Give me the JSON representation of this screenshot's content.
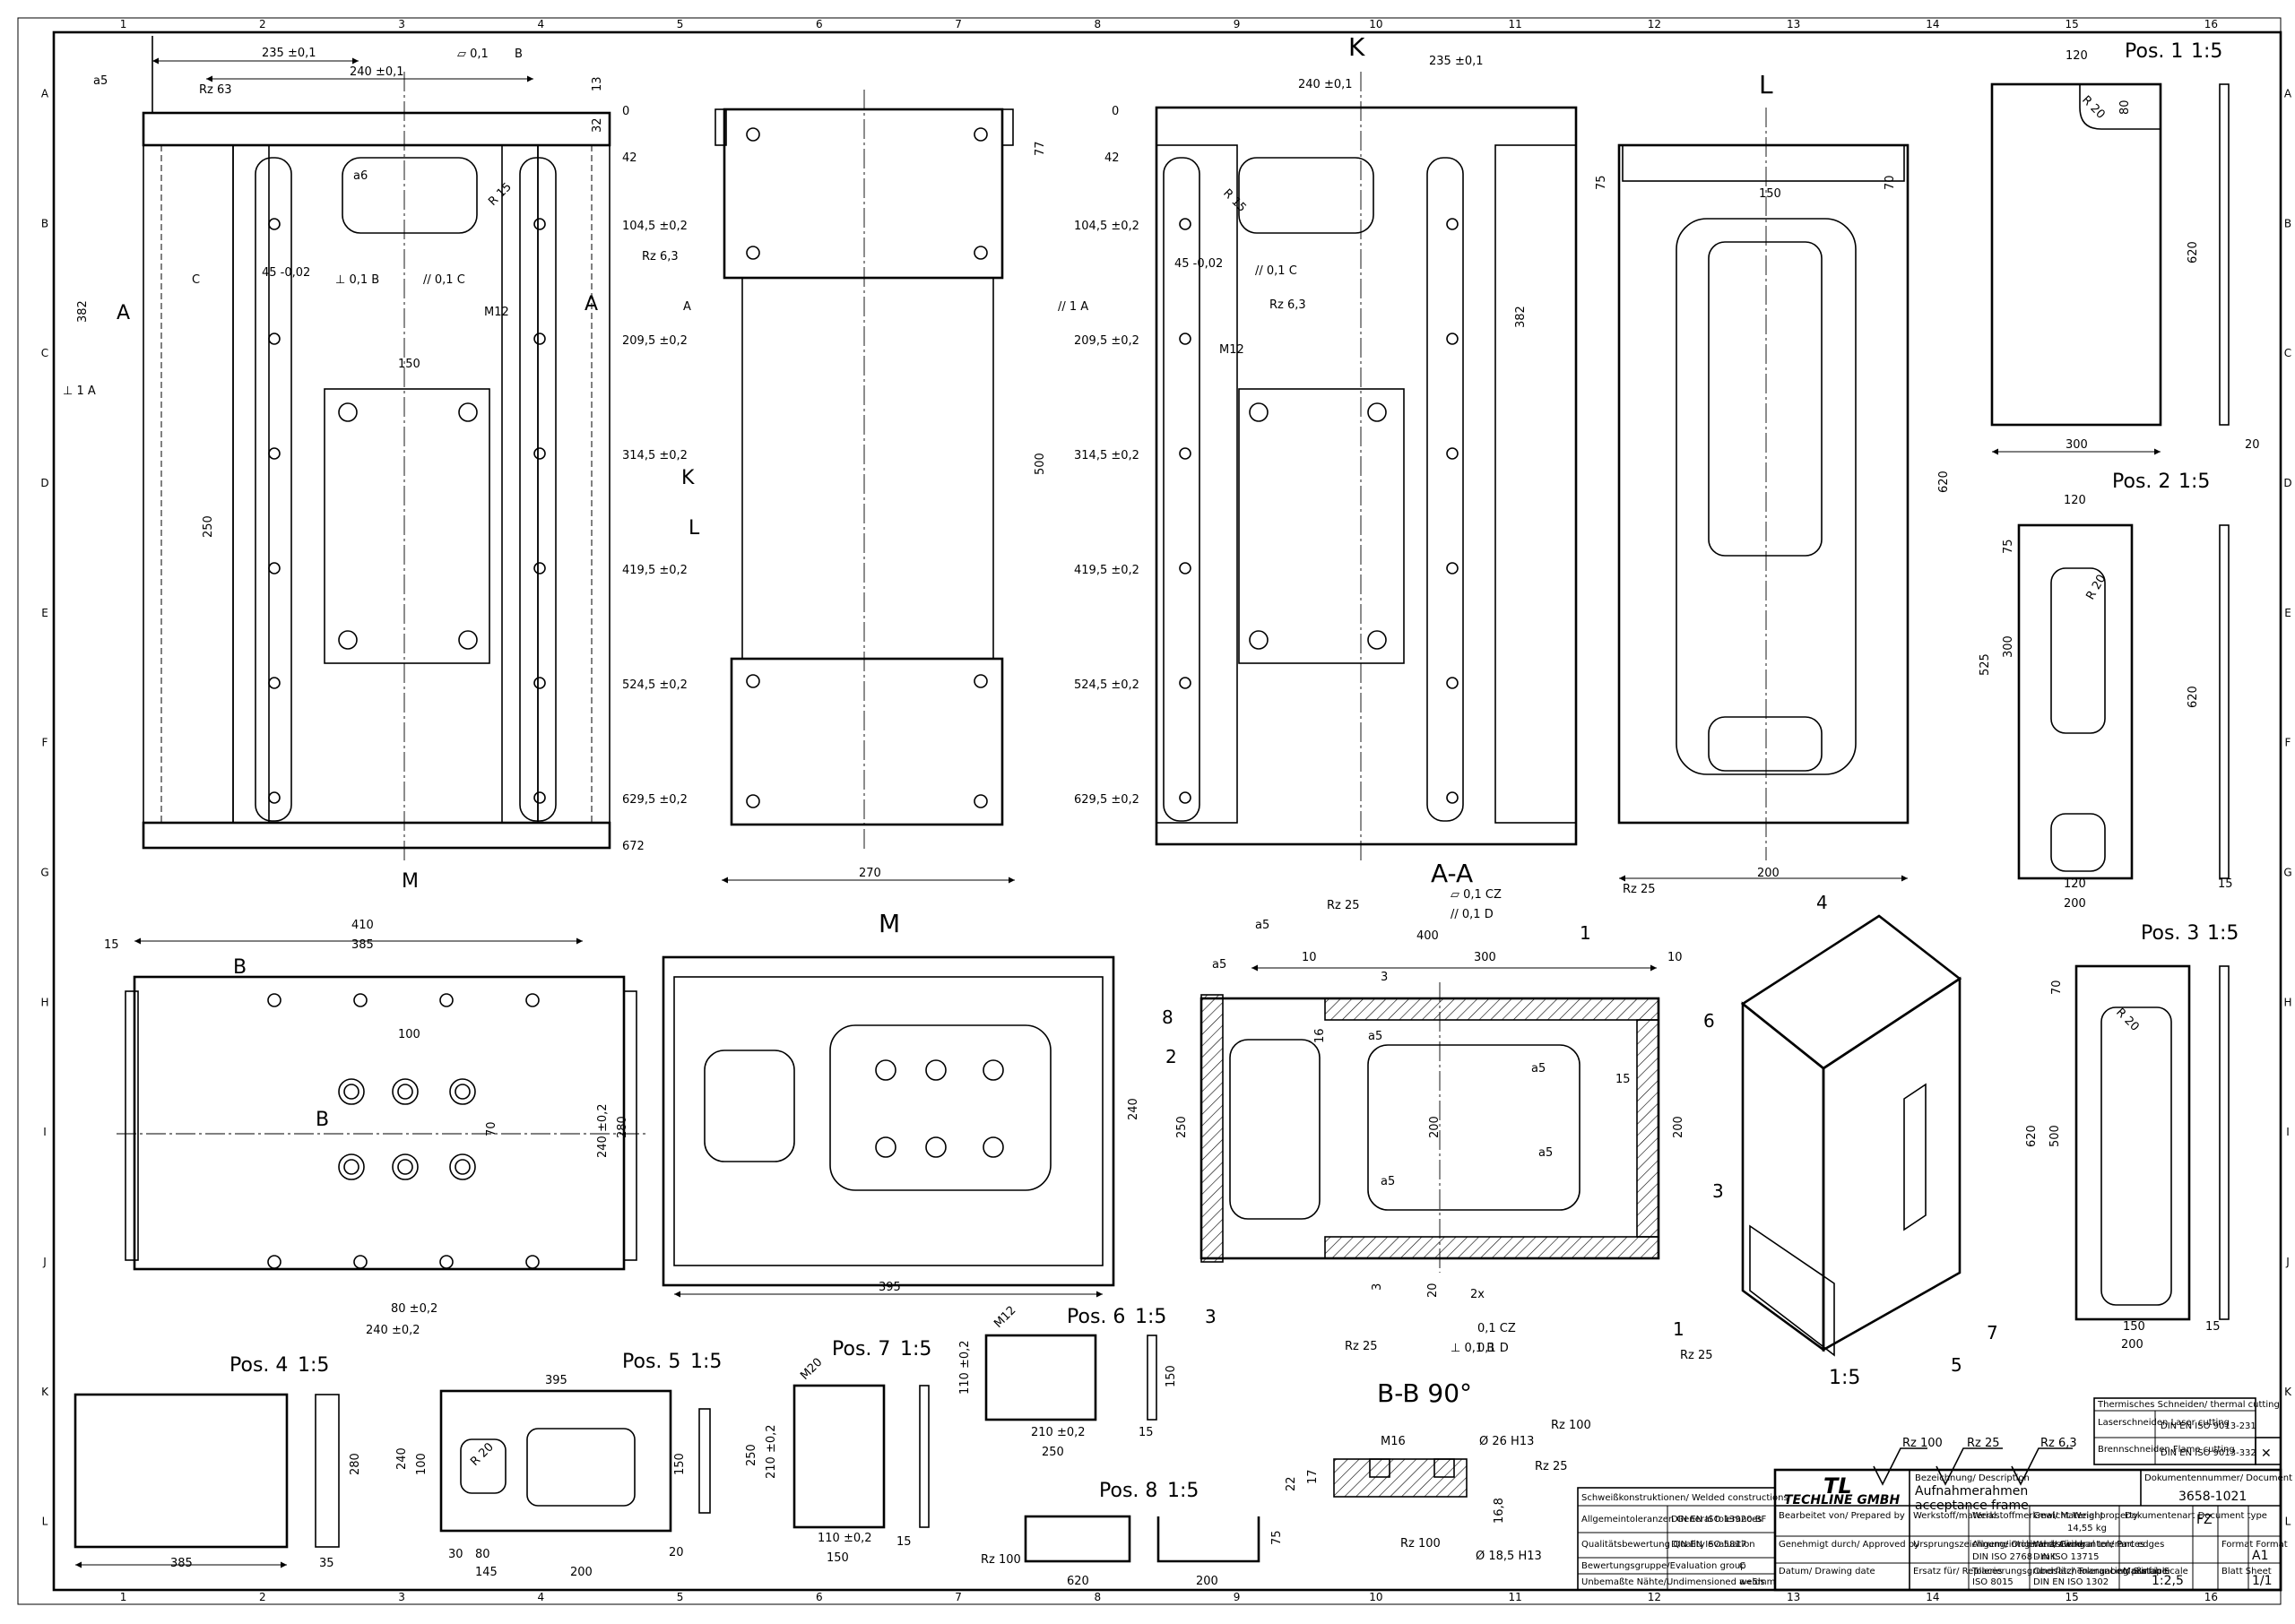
{
  "sheet": {
    "columns": [
      "1",
      "2",
      "3",
      "4",
      "5",
      "6",
      "7",
      "8",
      "9",
      "10",
      "11",
      "12",
      "13",
      "14",
      "15",
      "16"
    ],
    "rows": [
      "A",
      "B",
      "C",
      "D",
      "E",
      "F",
      "G",
      "H",
      "I",
      "J",
      "K",
      "L"
    ]
  },
  "front_view": {
    "dims": [
      "235 ±0,1",
      "240 ±0,1",
      "382",
      "250",
      "42",
      "104,5 ±0,2",
      "209,5 ±0,2",
      "314,5 ±0,2",
      "419,5 ±0,2",
      "524,5 ±0,2",
      "629,5 ±0,2",
      "672",
      "0",
      "32",
      "13",
      "150",
      "R 15",
      "M12",
      "45 -0,02",
      "Rz 6,3",
      "Rz 63",
      "a5",
      "a6"
    ],
    "section_letter": "A",
    "view_letter": "M",
    "tolerance_frames": [
      "⊥ 0,1 B",
      "// 0,1 C",
      "⊥ 1 A",
      "▱ 0,1",
      "B",
      "C"
    ]
  },
  "side_view": {
    "dims": [
      "77",
      "500",
      "270"
    ],
    "datum": "A",
    "tolerance": "// 1 A",
    "arrows": [
      "K",
      "L"
    ]
  },
  "view_k": {
    "title": "K",
    "dims": [
      "235 ±0,1",
      "240 ±0,1",
      "0",
      "42",
      "104,5 ±0,2",
      "209,5 ±0,2",
      "314,5 ±0,2",
      "419,5 ±0,2",
      "524,5 ±0,2",
      "629,5 ±0,2",
      "382",
      "R 15",
      "M12",
      "45 -0,02",
      "// 0,1 C",
      "Rz 6,3"
    ]
  },
  "view_l": {
    "title": "L",
    "dims": [
      "150",
      "70",
      "75",
      "620",
      "200"
    ]
  },
  "pos1": {
    "title": "Pos. 1",
    "scale": "1:5",
    "dims": [
      "120",
      "80",
      "R 20",
      "620",
      "300",
      "20"
    ]
  },
  "pos2": {
    "title": "Pos. 2",
    "scale": "1:5",
    "dims": [
      "120",
      "75",
      "525",
      "300",
      "620",
      "R 20",
      "120",
      "200",
      "15"
    ]
  },
  "pos3": {
    "title": "Pos. 3",
    "scale": "1:5",
    "dims": [
      "70",
      "R 20",
      "620",
      "500",
      "150",
      "200",
      "15"
    ]
  },
  "pos4": {
    "title": "Pos. 4",
    "scale": "1:5",
    "dims": [
      "280",
      "385",
      "35"
    ]
  },
  "pos5": {
    "title": "Pos. 5",
    "scale": "1:5",
    "dims": [
      "395",
      "240",
      "100",
      "150",
      "R 20",
      "30",
      "80",
      "145",
      "200",
      "20"
    ]
  },
  "pos6": {
    "title": "Pos. 6",
    "scale": "1:5",
    "dims": [
      "M12",
      "110 ±0,2",
      "210 ±0,2",
      "250",
      "150",
      "15"
    ]
  },
  "pos7": {
    "title": "Pos. 7",
    "scale": "1:5",
    "dims": [
      "M20",
      "250",
      "210 ±0,2",
      "110 ±0,2",
      "150",
      "15"
    ]
  },
  "pos8": {
    "title": "Pos. 8",
    "scale": "1:5",
    "dims": [
      "620",
      "200",
      "75",
      "Rz 100"
    ]
  },
  "view_m": {
    "title": "M",
    "dims": [
      "395",
      "240"
    ]
  },
  "bottom_view": {
    "dims": [
      "410",
      "385",
      "15",
      "100",
      "70",
      "240 ±0,2",
      "280",
      "80 ±0,2",
      "240 ±0,2"
    ],
    "section": "B"
  },
  "section_aa": {
    "title": "A-A",
    "dims": [
      "400",
      "300",
      "10",
      "10",
      "3",
      "250",
      "200",
      "200",
      "15",
      "16",
      "20",
      "3",
      "2x",
      "0,1 CZ",
      "0,1 D"
    ],
    "balloons": [
      "1",
      "2",
      "3",
      "8",
      "1",
      "3"
    ],
    "roughness": [
      "Rz 25",
      "Rz 25",
      "Rz 25",
      "Rz 25"
    ],
    "welds": [
      "a5",
      "a5",
      "a5",
      "a5",
      "a5",
      "a5"
    ],
    "tolerances": [
      "▱ 0,1 CZ",
      "// 0,1 D",
      "⊥ 0,1 B"
    ]
  },
  "section_bb": {
    "title": "B-B 90°",
    "dims": [
      "M16",
      "Ø 26 H13",
      "22",
      "17",
      "16,8",
      "Ø 18,5 H13"
    ],
    "roughness": [
      "Rz 100",
      "Rz 25",
      "Rz 100"
    ]
  },
  "iso_view": {
    "scale": "1:5",
    "balloons": [
      "4",
      "6",
      "7",
      "5"
    ]
  },
  "surface_symbols": [
    "Rz 100",
    "Rz 25",
    "Rz 6,3"
  ],
  "cutting_table": {
    "header": "Thermisches Schneiden/ thermal cutting",
    "rows": [
      {
        "label": "Laserschneiden\nLaser cutting",
        "norm": "DIN EN ISO 9013-231"
      },
      {
        "label": "Brennschneiden\nFlame cutting",
        "norm": "DIN EN ISO 9013-332",
        "mark": "✕"
      }
    ]
  },
  "weld_table": {
    "header": "Schweißkonstruktionen/ Welded constructions",
    "rows": [
      {
        "label": "Allgemeintoleranzen\nGeneral tolerances",
        "value": "DIN EN ISO 13920-BF"
      },
      {
        "label": "Qualitätsbewertung\nQuality evaluation",
        "value": "DIN EN ISO 5817"
      },
      {
        "label": "Bewertungsgruppe/Evaluation group",
        "value": "C"
      },
      {
        "label": "Unbemaßte Nähte/Undimensioned welds",
        "value": "a=5mm"
      }
    ]
  },
  "title_block": {
    "company": "TECHLINE GMBH",
    "logo": "TL",
    "description_label": "Bezeichnung/ Description",
    "title_de": "Aufnahmerahmen",
    "title_en": "acceptance frame",
    "doc_no_label": "Dokumentennummer/ Document No.",
    "doc_no": "3658-1021",
    "doc_type_label": "Dokumentenart\nDocument type",
    "doc_type": "FZ",
    "prepared_label": "Bearbeitet von/ Prepared by",
    "material_label": "Werkstoff/material",
    "material_ref_label": "Werkstoffmerkmal/ Material property",
    "weight_label": "Gewicht\nWeight",
    "weight": "14,55 kg",
    "approved_label": "Genehmigt durch/ Approved by",
    "orig_label": "Ursprungszeichnung/ Original drawing",
    "general_tol_label": "Allgemeintoleranz/ General tolerances",
    "general_tol": "DIN ISO 2768 - mK",
    "edges_label": "Werkstückkanten/ Part edges",
    "edges": "DIN ISO 13715",
    "format_label": "Format\nFormat",
    "format": "A1",
    "date_label": "Datum/ Drawing date",
    "replaces_label": "Ersatz für/ Replaces",
    "tol_principle_label": "Tolerierungsgrundsatz/ Tolerancing principle",
    "tol_principle": "ISO 8015",
    "surface_label": "Oberflächenangaben/ Surface",
    "surface": "DIN EN ISO 1302",
    "scale_label": "Maßstab\nScale",
    "scale": "1:2,5",
    "sheet_label": "Blatt\nSheet",
    "sheet": "1/1"
  }
}
